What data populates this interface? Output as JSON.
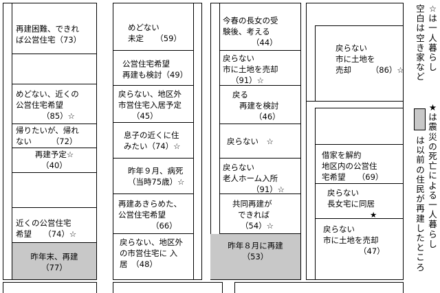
{
  "col1": [
    {
      "l1": "再建困難、できれ",
      "l2": "ば公営住宅（73）"
    },
    {
      "l1": "めどない、近くの",
      "l2": "公営住宅希望",
      "l3": "（85）☆"
    },
    {
      "l1": "帰りたいが、帰れ",
      "l2": "ない　　　（72）"
    },
    {
      "l1": "再建予定☆",
      "l2": "（40）"
    },
    {
      "l1": "近くの公営住宅",
      "l2": "希望　　（74）☆"
    },
    {
      "l1": "昨年末、再建",
      "l2": "（77）"
    }
  ],
  "col2": [
    {
      "l1": "めどない",
      "l2": "未定　　（59）"
    },
    {
      "l1": "公営住宅希望",
      "l2": "再建も検討（49）"
    },
    {
      "l1": "戻らない、地区外",
      "l2": "市営住宅入居予定",
      "l3": "（45）"
    },
    {
      "l1": "息子の近くに住",
      "l2": "みたい（74）☆"
    },
    {
      "l1": "昨年９月、病死",
      "l2": "（当時75歳）☆"
    },
    {
      "l1": "再建あきらめた、",
      "l2": "公営住宅希望",
      "l3": "（66）"
    },
    {
      "l1": "戻らない、地区外",
      "l2": "の市営住宅に 入",
      "l3": "居　（48）"
    }
  ],
  "col3": [
    {
      "l1": "今春の長女の受",
      "l2": "験後、考える",
      "l3": "（44）"
    },
    {
      "l1": "戻らない",
      "l2": "市に土地を売却",
      "l3": "（91）☆"
    },
    {
      "l1": "戻る",
      "l2": "再建を検討",
      "l3": "（46）"
    },
    {
      "l1": "戻らない　☆"
    },
    {
      "l1": "戻らない",
      "l2": "老人ホーム入所",
      "l3": "（91）☆"
    },
    {
      "l1": "共同再建が",
      "l2": "できれば",
      "l3": "（54）☆"
    },
    {
      "l1": "昨年８月に再建",
      "l2": "（53）"
    }
  ],
  "col4": [
    {
      "l1": "戻らない",
      "l2": "市に土地を",
      "l3": "売却　　　（86）☆"
    },
    {
      "l1": "借家を解約",
      "l2": "地区内の公営住",
      "l3": "宅希望　　（69）"
    },
    {
      "l1": "戻らない",
      "l2": "長女宅に同居",
      "l3": "★"
    },
    {
      "l1": "戻らない",
      "l2": "市に土地を売却",
      "l3": "（47）"
    }
  ],
  "legend": {
    "col_a": "☆は一人暮らし",
    "col_b": "空白は空き家など",
    "col_c": "★は震災の死亡による一人暮らし",
    "col_d": "は以前の住民が再建したところ"
  },
  "colors": {
    "grey": "#c8c8c8",
    "line": "#000000"
  }
}
